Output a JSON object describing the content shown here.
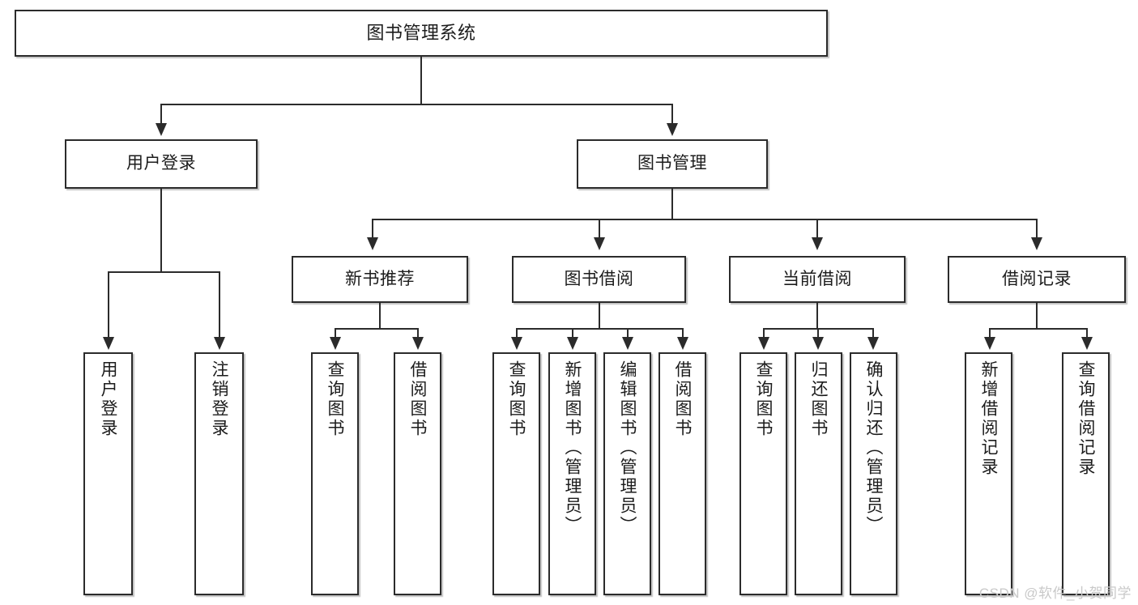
{
  "diagram": {
    "title": "图书管理系统",
    "type": "tree",
    "watermark": "CSDN @软件_小贺同学",
    "colors": {
      "border": "#2b2b2b",
      "background": "#ffffff",
      "text": "#1c1c1c",
      "watermark": "#c9c9c9"
    },
    "nodes": {
      "root": {
        "label": "图书管理系统"
      },
      "level1": [
        {
          "label": "用户登录"
        },
        {
          "label": "图书管理"
        }
      ],
      "level2": [
        {
          "label": "新书推荐"
        },
        {
          "label": "图书借阅"
        },
        {
          "label": "当前借阅"
        },
        {
          "label": "借阅记录"
        }
      ],
      "leaves": {
        "user_login": [
          {
            "label": "用户登录"
          },
          {
            "label": "注销登录"
          }
        ],
        "new_book_recommend": [
          {
            "label": "查询图书"
          },
          {
            "label": "借阅图书"
          }
        ],
        "book_borrow": [
          {
            "label": "查询图书"
          },
          {
            "label": "新增图书（管理员）"
          },
          {
            "label": "编辑图书（管理员）"
          },
          {
            "label": "借阅图书"
          }
        ],
        "current_borrow": [
          {
            "label": "查询图书"
          },
          {
            "label": "归还图书"
          },
          {
            "label": "确认归还（管理员）"
          }
        ],
        "borrow_record": [
          {
            "label": "新增借阅记录"
          },
          {
            "label": "查询借阅记录"
          }
        ]
      }
    }
  }
}
